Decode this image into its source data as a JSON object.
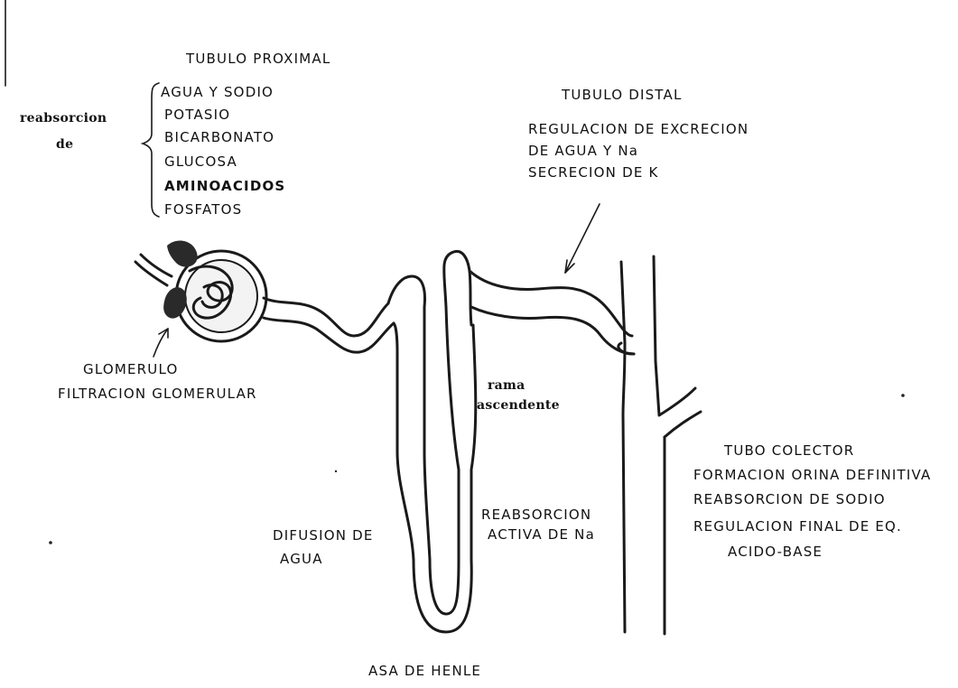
{
  "proximal": {
    "title": "TUBULO PROXIMAL",
    "reabsorcion_label_1": "reabsorcion",
    "reabsorcion_label_2": "de",
    "items": [
      "AGUA Y SODIO",
      "POTASIO",
      "BICARBONATO",
      "GLUCOSA",
      "AMINOACIDOS",
      "FOSFATOS"
    ]
  },
  "distal": {
    "title": "TUBULO DISTAL",
    "line1": "REGULACION DE EXCRECION",
    "line2": "DE AGUA Y Na",
    "line3": "SECRECION DE K"
  },
  "glomerulo": {
    "title": "GLOMERULO",
    "subtitle": "FILTRACION GLOMERULAR"
  },
  "rama": {
    "line1": "rama",
    "line2": "ascendente"
  },
  "henle": {
    "difusion_1": "DIFUSION DE",
    "difusion_2": "AGUA",
    "reabs_1": "REABSORCION",
    "reabs_2": "ACTIVA DE Na",
    "title": "ASA DE HENLE"
  },
  "colector": {
    "title": "TUBO COLECTOR",
    "line1": "FORMACION ORINA DEFINITIVA",
    "line2": "REABSORCION DE SODIO",
    "line3": "REGULACION FINAL DE EQ.",
    "line4": "ACIDO-BASE"
  }
}
